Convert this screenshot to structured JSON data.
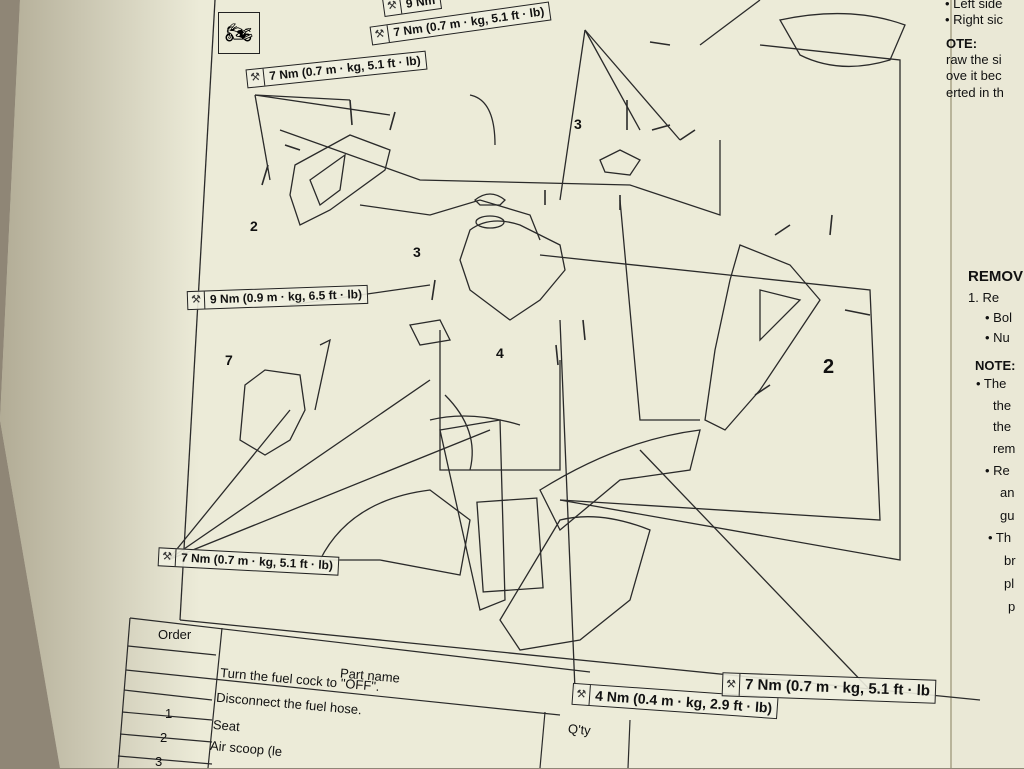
{
  "torque_specs": {
    "t_top": "9 Nm",
    "t1": "7 Nm (0.7 m · kg, 5.1 ft · lb)",
    "t2": "7 Nm (0.7 m · kg, 5.1 ft · lb)",
    "t3": "9 Nm (0.9 m · kg, 6.5 ft · lb)",
    "t4": "7 Nm (0.7 m · kg, 5.1 ft · lb)",
    "t5": "4 Nm (0.4 m · kg, 2.9 ft · lb)",
    "t6": "7 Nm (0.7 m · kg, 5.1 ft · lb"
  },
  "callouts": {
    "c3a": "3",
    "c2a": "2",
    "c3b": "3",
    "c4": "4",
    "c7": "7",
    "c2b": "2"
  },
  "right_page": {
    "l1": "• Left side",
    "l2": "• Right sic",
    "l3": "OTE:",
    "l4": "raw the si",
    "l5": "ove it bec",
    "l6": "erted in th",
    "l7": "REMOV",
    "l8": "1. Re",
    "l9": "• Bol",
    "l10": "• Nu",
    "l11": "NOTE:",
    "l12": "• The",
    "l13": "the",
    "l14": "the",
    "l15": "rem",
    "l16": "• Re",
    "l17": "an",
    "l18": "gu",
    "l19": "• Th",
    "l20": "br",
    "l21": "pl",
    "l22": "p"
  },
  "table": {
    "h_order": "Order",
    "h_part": "Part name",
    "h_qty": "Q'ty",
    "r0": "Turn the fuel cock to \"OFF\".",
    "r1": "Disconnect the fuel hose.",
    "r2_num": "1",
    "r2": "Seat",
    "r3_num": "2",
    "r3": "Air scoop (le",
    "r4_num": "3"
  },
  "icons": {
    "motorcycle": "motorcycle-icon",
    "wrench": "torque-wrench-icon"
  },
  "colors": {
    "paper": "#ecebd8",
    "ink": "#222222",
    "background": "#8f8676"
  }
}
